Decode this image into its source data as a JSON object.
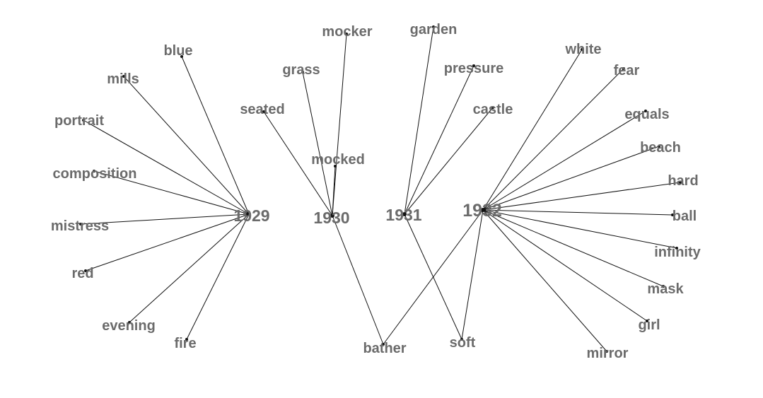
{
  "graph": {
    "colors": {
      "edge": "#111111",
      "label": "#6b6b6b",
      "background": "#ffffff"
    },
    "year_nodes": [
      "1929",
      "1930",
      "1931",
      "1932"
    ],
    "word_nodes": [
      "blue",
      "mills",
      "portrait",
      "composition",
      "mistress",
      "red",
      "evening",
      "fire",
      "mocker",
      "grass",
      "seated",
      "mocked",
      "garden",
      "pressure",
      "castle",
      "white",
      "fear",
      "equals",
      "beach",
      "hard",
      "ball",
      "infinity",
      "mask",
      "girl",
      "mirror",
      "bather",
      "soft"
    ],
    "edges": [
      [
        "1929",
        "blue"
      ],
      [
        "1929",
        "mills"
      ],
      [
        "1929",
        "portrait"
      ],
      [
        "1929",
        "composition"
      ],
      [
        "1929",
        "mistress"
      ],
      [
        "1929",
        "red"
      ],
      [
        "1929",
        "evening"
      ],
      [
        "1929",
        "fire"
      ],
      [
        "1930",
        "mocker"
      ],
      [
        "1930",
        "grass"
      ],
      [
        "1930",
        "seated"
      ],
      [
        "1930",
        "mocked"
      ],
      [
        "1930",
        "bather"
      ],
      [
        "1931",
        "garden"
      ],
      [
        "1931",
        "pressure"
      ],
      [
        "1931",
        "castle"
      ],
      [
        "1931",
        "soft"
      ],
      [
        "1932",
        "white"
      ],
      [
        "1932",
        "fear"
      ],
      [
        "1932",
        "equals"
      ],
      [
        "1932",
        "beach"
      ],
      [
        "1932",
        "hard"
      ],
      [
        "1932",
        "ball"
      ],
      [
        "1932",
        "infinity"
      ],
      [
        "1932",
        "mask"
      ],
      [
        "1932",
        "girl"
      ],
      [
        "1932",
        "mirror"
      ],
      [
        "1932",
        "bather"
      ],
      [
        "1932",
        "soft"
      ]
    ]
  }
}
